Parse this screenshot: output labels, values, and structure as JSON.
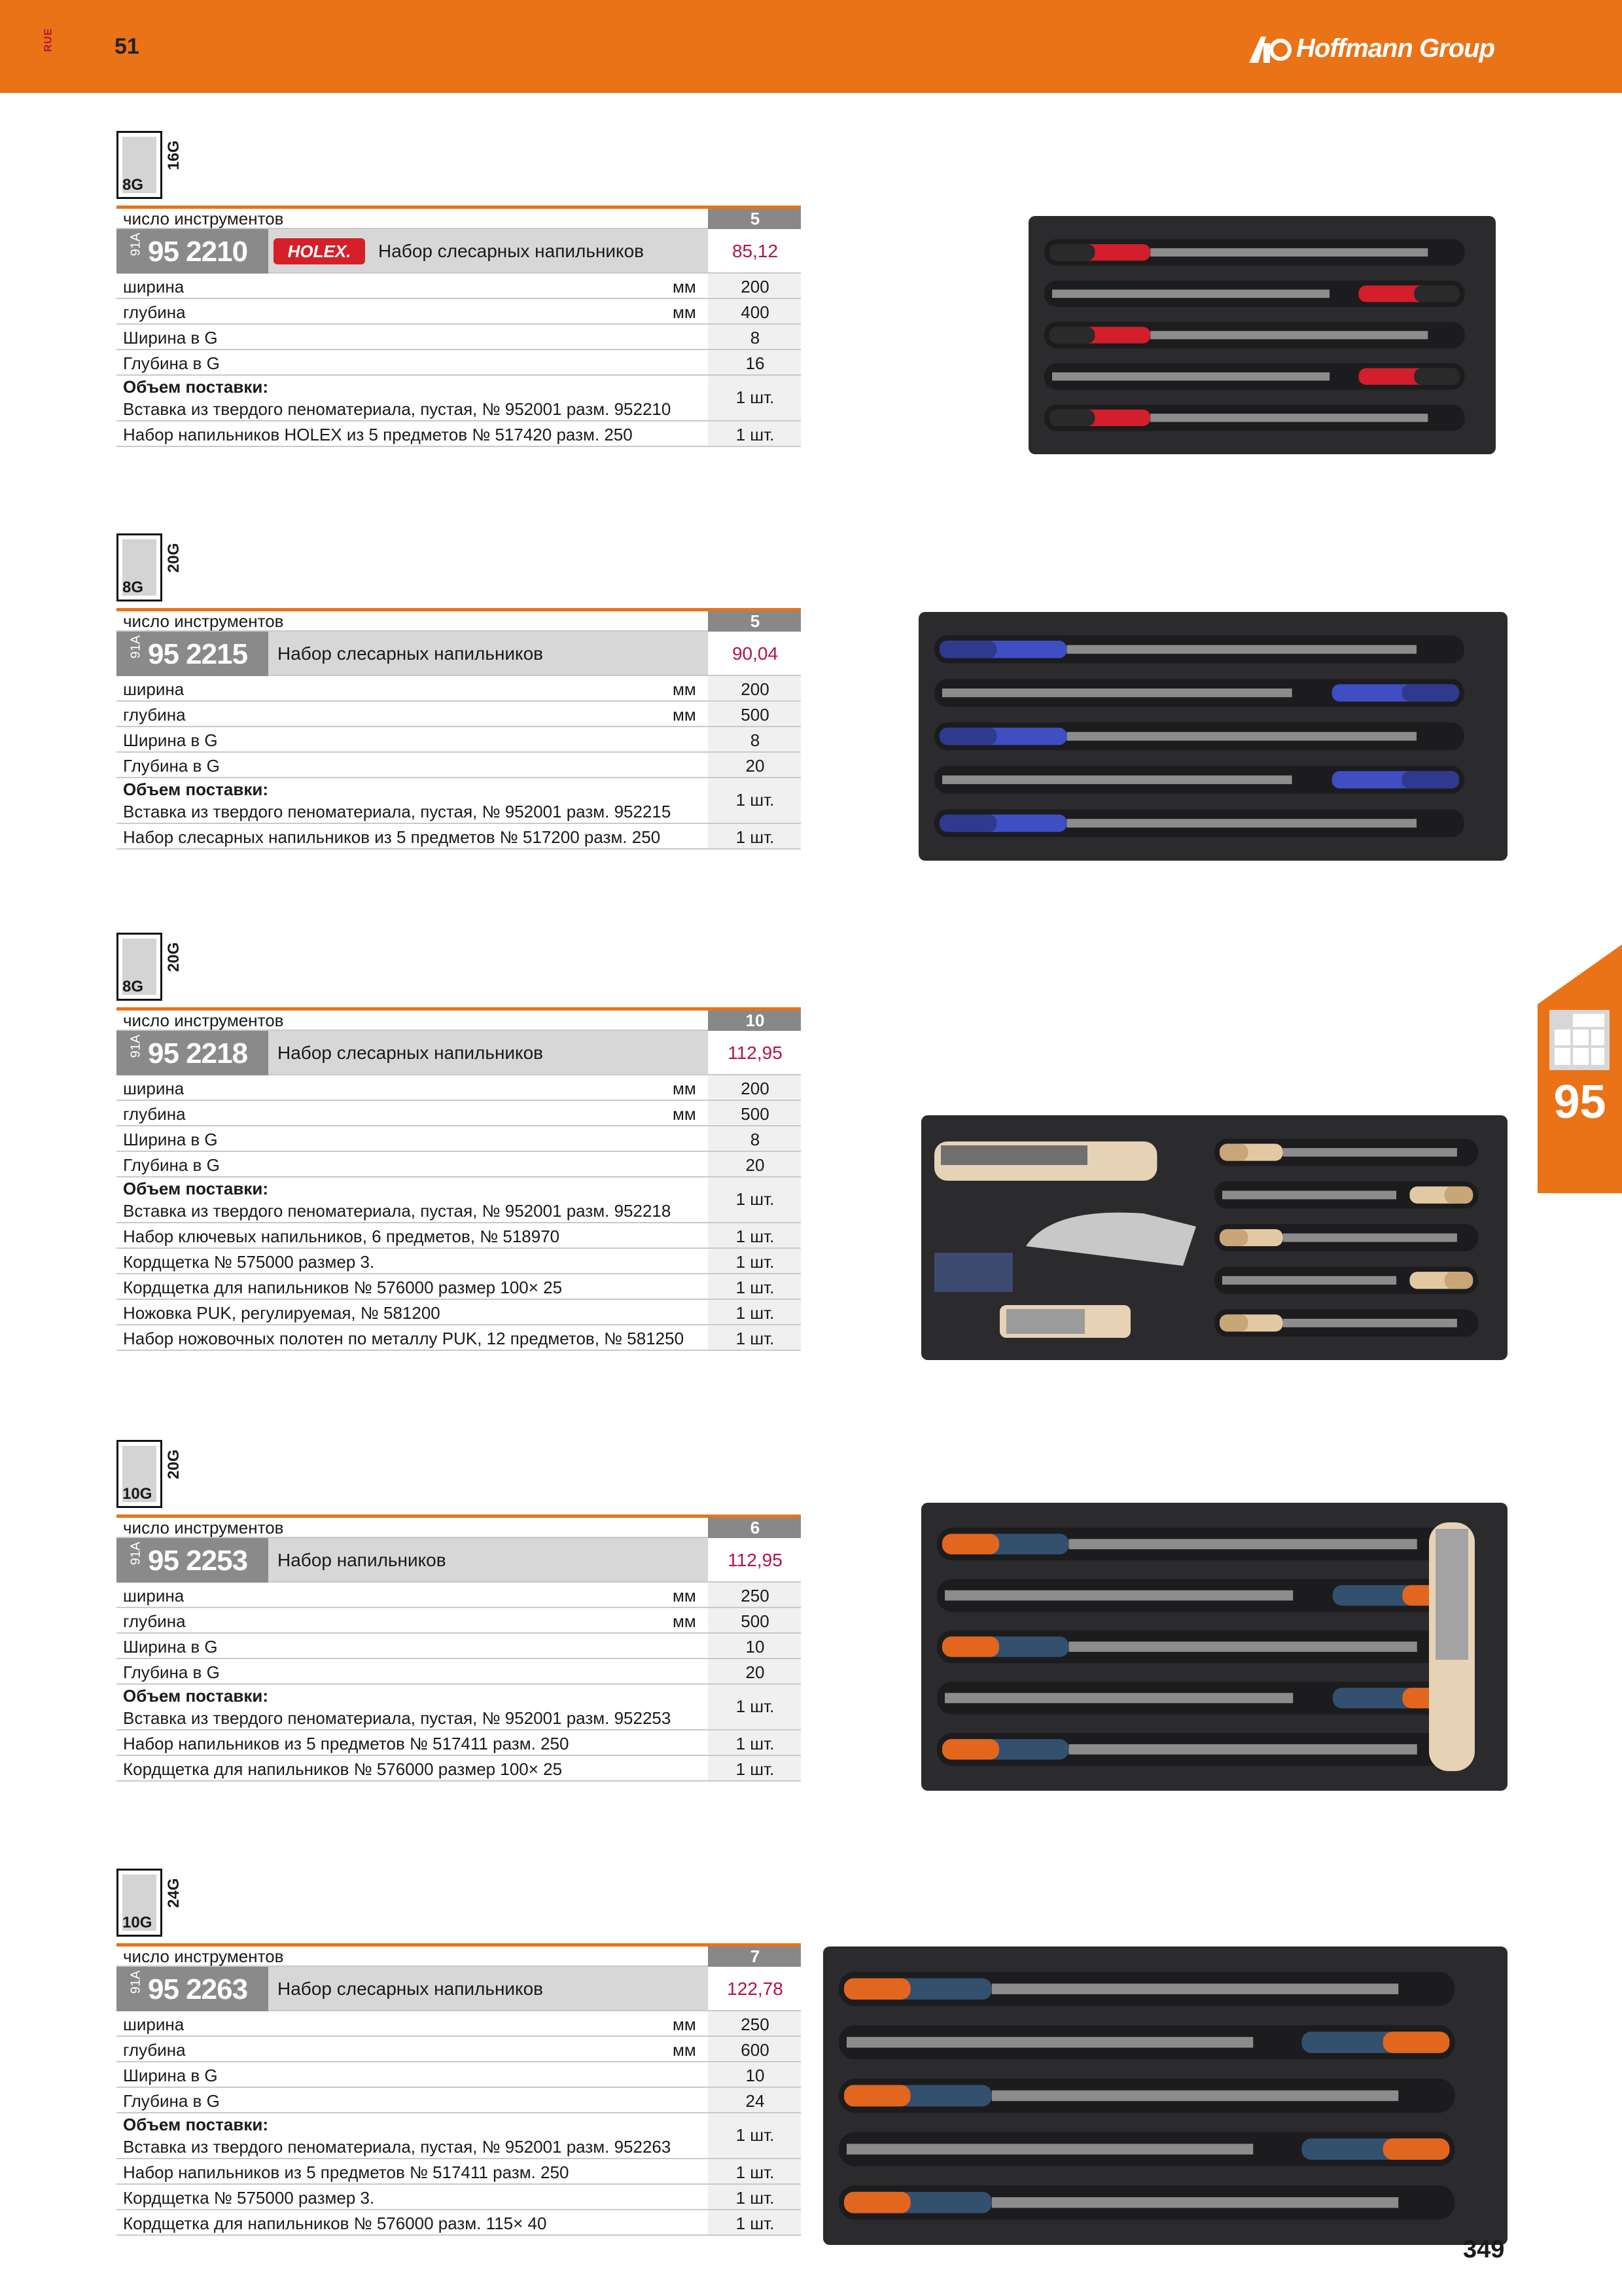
{
  "header": {
    "page_small": "51",
    "lang": "RUE",
    "brand": "Hoffmann Group"
  },
  "side_tab": {
    "chapter": "95"
  },
  "footer": {
    "page": "349"
  },
  "products": [
    {
      "badge_w": "8G",
      "badge_d": "16G",
      "tool_count_label": "число инструментов",
      "tool_count": "5",
      "prefix": "91A",
      "article": "95 2210",
      "brand": "HOLEX.",
      "name": "Набор слесарных напильников",
      "price": "85,12",
      "specs": [
        {
          "label": "ширина",
          "unit": "мм",
          "value": "200"
        },
        {
          "label": "глубина",
          "unit": "мм",
          "value": "400"
        },
        {
          "label": "Ширина в G",
          "unit": "",
          "value": "8"
        },
        {
          "label": "Глубина в G",
          "unit": "",
          "value": "16"
        }
      ],
      "scope_label": "Объем поставки:",
      "items": [
        {
          "text": "Вставка из твердого пеноматериала, пустая, № 952001 разм. 952210",
          "qty": "1 шт."
        },
        {
          "text": "Набор напильников HOLEX из 5 предметов № 517420 разм. 250",
          "qty": "1 шт."
        }
      ]
    },
    {
      "badge_w": "8G",
      "badge_d": "20G",
      "tool_count_label": "число инструментов",
      "tool_count": "5",
      "prefix": "91A",
      "article": "95 2215",
      "brand": "",
      "name": "Набор слесарных напильников",
      "price": "90,04",
      "specs": [
        {
          "label": "ширина",
          "unit": "мм",
          "value": "200"
        },
        {
          "label": "глубина",
          "unit": "мм",
          "value": "500"
        },
        {
          "label": "Ширина в G",
          "unit": "",
          "value": "8"
        },
        {
          "label": "Глубина в G",
          "unit": "",
          "value": "20"
        }
      ],
      "scope_label": "Объем поставки:",
      "items": [
        {
          "text": "Вставка из твердого пеноматериала, пустая, № 952001 разм. 952215",
          "qty": "1 шт."
        },
        {
          "text": "Набор слесарных напильников из 5 предметов № 517200 разм. 250",
          "qty": "1 шт."
        }
      ]
    },
    {
      "badge_w": "8G",
      "badge_d": "20G",
      "tool_count_label": "число инструментов",
      "tool_count": "10",
      "prefix": "91A",
      "article": "95 2218",
      "brand": "",
      "name": "Набор слесарных напильников",
      "price": "112,95",
      "specs": [
        {
          "label": "ширина",
          "unit": "мм",
          "value": "200"
        },
        {
          "label": "глубина",
          "unit": "мм",
          "value": "500"
        },
        {
          "label": "Ширина в G",
          "unit": "",
          "value": "8"
        },
        {
          "label": "Глубина в G",
          "unit": "",
          "value": "20"
        }
      ],
      "scope_label": "Объем поставки:",
      "items": [
        {
          "text": "Вставка из твердого пеноматериала, пустая, № 952001 разм. 952218",
          "qty": "1 шт."
        },
        {
          "text": "Набор ключевых напильников, 6 предметов, № 518970",
          "qty": "1 шт."
        },
        {
          "text": "Кордщетка № 575000 размер 3.",
          "qty": "1 шт."
        },
        {
          "text": "Кордщетка для напильников № 576000 размер 100× 25",
          "qty": "1 шт."
        },
        {
          "text": "Ножовка PUK, регулируемая, № 581200",
          "qty": "1 шт."
        },
        {
          "text": "Набор ножовочных полотен по металлу PUK, 12 предметов, № 581250",
          "qty": "1 шт."
        }
      ]
    },
    {
      "badge_w": "10G",
      "badge_d": "20G",
      "tool_count_label": "число инструментов",
      "tool_count": "6",
      "prefix": "91A",
      "article": "95 2253",
      "brand": "",
      "name": "Набор напильников",
      "price": "112,95",
      "specs": [
        {
          "label": "ширина",
          "unit": "мм",
          "value": "250"
        },
        {
          "label": "глубина",
          "unit": "мм",
          "value": "500"
        },
        {
          "label": "Ширина в G",
          "unit": "",
          "value": "10"
        },
        {
          "label": "Глубина в G",
          "unit": "",
          "value": "20"
        }
      ],
      "scope_label": "Объем поставки:",
      "items": [
        {
          "text": "Вставка из твердого пеноматериала, пустая, № 952001 разм. 952253",
          "qty": "1 шт."
        },
        {
          "text": "Набор напильников из 5 предметов № 517411 разм. 250",
          "qty": "1 шт."
        },
        {
          "text": "Кордщетка для напильников № 576000 размер 100× 25",
          "qty": "1 шт."
        }
      ]
    },
    {
      "badge_w": "10G",
      "badge_d": "24G",
      "tool_count_label": "число инструментов",
      "tool_count": "7",
      "prefix": "91A",
      "article": "95 2263",
      "brand": "",
      "name": "Набор слесарных напильников",
      "price": "122,78",
      "specs": [
        {
          "label": "ширина",
          "unit": "мм",
          "value": "250"
        },
        {
          "label": "глубина",
          "unit": "мм",
          "value": "600"
        },
        {
          "label": "Ширина в G",
          "unit": "",
          "value": "10"
        },
        {
          "label": "Глубина в G",
          "unit": "",
          "value": "24"
        }
      ],
      "scope_label": "Объем поставки:",
      "items": [
        {
          "text": "Вставка из твердого пеноматериала, пустая, № 952001 разм. 952263",
          "qty": "1 шт."
        },
        {
          "text": "Набор напильников из 5 предметов № 517411 разм. 250",
          "qty": "1 шт."
        },
        {
          "text": "Кордщетка № 575000 размер 3.",
          "qty": "1 шт."
        },
        {
          "text": "Кордщетка для напильников № 576000 разм. 115× 40",
          "qty": "1 шт."
        }
      ]
    }
  ],
  "photos": [
    {
      "handle": "red-black"
    },
    {
      "handle": "blue"
    },
    {
      "handle": "wood"
    },
    {
      "handle": "blue-orange"
    },
    {
      "handle": "blue-orange"
    }
  ],
  "colors": {
    "accent": "#ea7317",
    "price": "#b3124d",
    "grey": "#d7d7d7",
    "dark": "#8a8a8a"
  }
}
